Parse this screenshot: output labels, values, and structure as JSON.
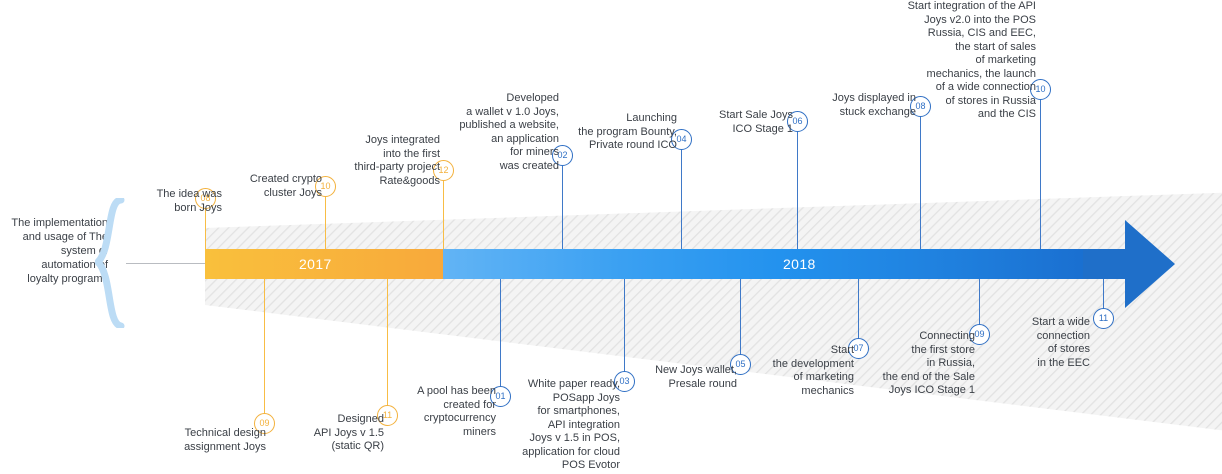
{
  "intro": {
    "text": "The implementation and usage of The system of automation of loyalty programs"
  },
  "timeline": {
    "segments": [
      {
        "year": "2017",
        "color": "#f9c03c"
      },
      {
        "year": "2018",
        "color": "#2392ee"
      }
    ],
    "arrow_color": "#1f6fc9",
    "orange": "#f3b13c",
    "blue": "#2f6fc4"
  },
  "milestones": [
    {
      "num": "08",
      "label": "The idea was\nborn Joys",
      "side": "top",
      "tone": "orange"
    },
    {
      "num": "09",
      "label": "Technical design\nassignment  Joys",
      "side": "bottom",
      "tone": "orange"
    },
    {
      "num": "10",
      "label": "Created crypto\ncluster Joys",
      "side": "top",
      "tone": "orange"
    },
    {
      "num": "11",
      "label": "Designed\nAPI Joys v 1.5\n(static QR)",
      "side": "bottom",
      "tone": "orange"
    },
    {
      "num": "12",
      "label": "Joys integrated\ninto the first\nthird-party project\nRate&goods",
      "side": "top",
      "tone": "orange"
    },
    {
      "num": "01",
      "label": "A pool has been\ncreated for\ncryptocurrency\nminers",
      "side": "bottom",
      "tone": "blue"
    },
    {
      "num": "02",
      "label": "Developed\na wallet  v 1.0 Joys,\npublished a website,\nan application\nfor miners\nwas created",
      "side": "top",
      "tone": "blue"
    },
    {
      "num": "03",
      "label": "White paper ready,\nPOSapp Joys\nfor smartphones,\nAPI integration\nJoys v 1.5 in POS,\napplication for cloud\nPOS Evotor",
      "side": "bottom",
      "tone": "blue"
    },
    {
      "num": "04",
      "label": "Launching\nthe program Bounty,\nPrivate round ICO",
      "side": "top",
      "tone": "blue"
    },
    {
      "num": "05",
      "label": "New Joys wallet,\nPresale round",
      "side": "bottom",
      "tone": "blue"
    },
    {
      "num": "06",
      "label": "Start Sale Joys\nICO Stage 1",
      "side": "top",
      "tone": "blue"
    },
    {
      "num": "07",
      "label": "Start\nthe development\nof marketing\nmechanics",
      "side": "bottom",
      "tone": "blue"
    },
    {
      "num": "08",
      "label": "Joys displayed in\nstuck exchange",
      "side": "top",
      "tone": "blue"
    },
    {
      "num": "09",
      "label": "Connecting\nthe first store\nin Russia,\nthe end of the Sale\nJoys ICO Stage 1",
      "side": "bottom",
      "tone": "blue"
    },
    {
      "num": "10",
      "label": "Start integration of the API\nJoys v2.0 into the POS\nRussia, CIS and EEC,\nthe start of sales\nof marketing\nmechanics, the launch\nof a wide connection\nof stores in Russia\nand the CIS",
      "side": "top",
      "tone": "blue"
    },
    {
      "num": "11",
      "label": "Start a wide\nconnection\nof stores\nin the EEC",
      "side": "bottom",
      "tone": "blue"
    }
  ]
}
